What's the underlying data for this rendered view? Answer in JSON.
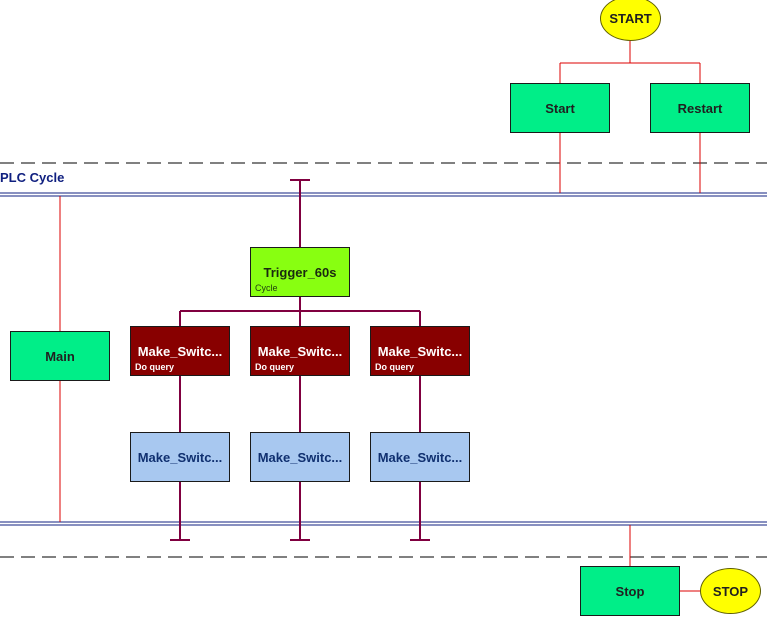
{
  "terminals": {
    "start": "START",
    "stop": "STOP"
  },
  "sections": {
    "plc_cycle": "PLC Cycle"
  },
  "nodes": {
    "start": {
      "label": "Start"
    },
    "restart": {
      "label": "Restart"
    },
    "main": {
      "label": "Main"
    },
    "trigger": {
      "label": "Trigger_60s",
      "sub": "Cycle"
    },
    "query_1": {
      "label": "Make_Switc...",
      "sub": "Do query"
    },
    "query_2": {
      "label": "Make_Switc...",
      "sub": "Do query"
    },
    "query_3": {
      "label": "Make_Switc...",
      "sub": "Do query"
    },
    "task_1": {
      "label": "Make_Switc..."
    },
    "task_2": {
      "label": "Make_Switc..."
    },
    "task_3": {
      "label": "Make_Switc..."
    },
    "stop": {
      "label": "Stop"
    }
  },
  "colors": {
    "wire_red": "#dd0000",
    "wire_maroon": "#800040",
    "bus_blue": "#102080",
    "dash": "#000000",
    "node_green": "#00ee88",
    "node_lime": "#88ff11",
    "node_maroon": "#880000",
    "node_blue": "#a8c8f0",
    "terminal_yellow": "#ffff00"
  }
}
